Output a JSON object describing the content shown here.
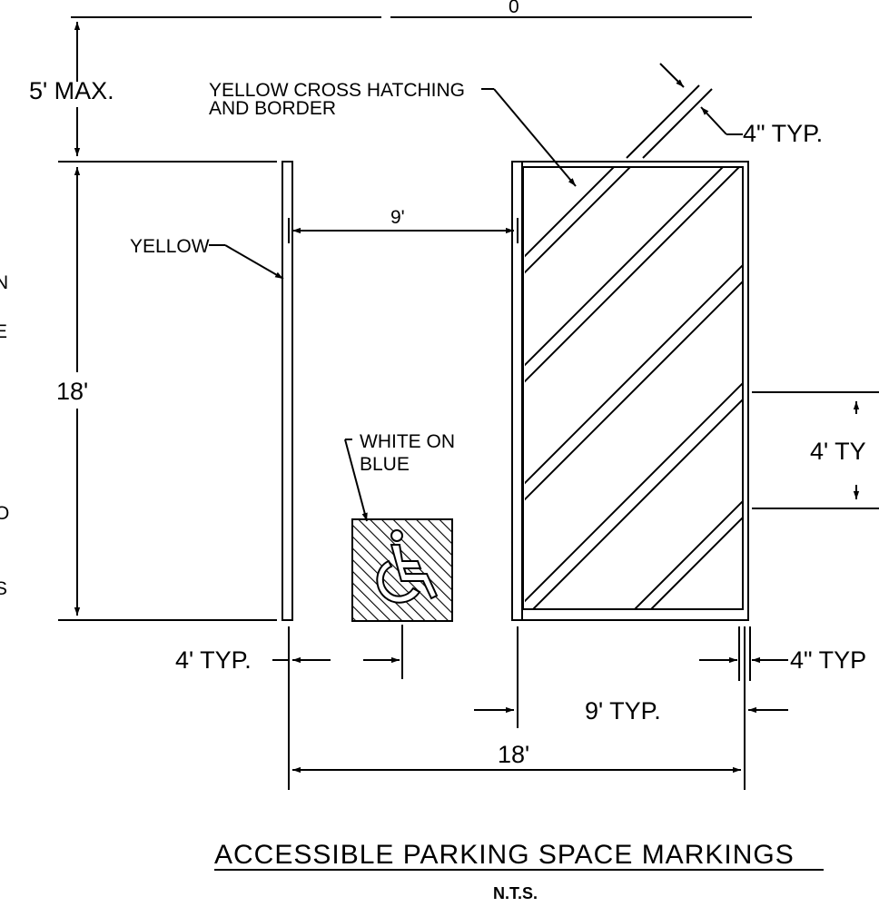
{
  "title": "ACCESSIBLE PARKING SPACE MARKINGS",
  "subtitle": "N.T.S.",
  "labels": {
    "top_clipped": "0",
    "max_5": "5' MAX.",
    "cross_hatching_line1": "YELLOW CROSS HATCHING",
    "cross_hatching_line2": "AND BORDER",
    "typ_4in_top": "4\" TYP.",
    "dim_9": "9'",
    "yellow": "YELLOW",
    "dim_18_vertical": "18'",
    "white_on_line1": "WHITE ON",
    "white_on_line2": "BLUE",
    "typ_4ft_right": "4' TY",
    "typ_4ft_left": "4' TYP.",
    "typ_4in_bottom": "4\" TYP",
    "typ_9ft": "9' TYP.",
    "dim_18_horizontal": "18'"
  },
  "left_edge_fragments": [
    "N",
    "E",
    "O",
    "S"
  ],
  "icons": {
    "accessibility": "wheelchair-symbol-icon"
  },
  "colors": {
    "line": "#000000",
    "background": "#ffffff"
  }
}
